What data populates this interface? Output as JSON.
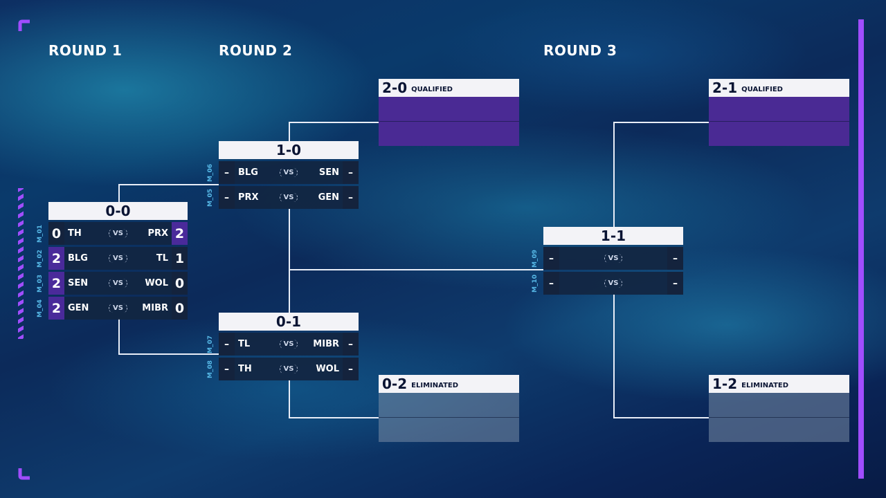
{
  "rounds": [
    "ROUND 1",
    "ROUND 2",
    "ROUND 3"
  ],
  "vs_label": "VS",
  "groups": {
    "r1": {
      "record": "0-0",
      "matches": [
        {
          "id": "M_01",
          "left": "TH",
          "left_score": "0",
          "right": "PRX",
          "right_score": "2",
          "winner": "right"
        },
        {
          "id": "M_02",
          "left": "BLG",
          "left_score": "2",
          "right": "TL",
          "right_score": "1",
          "winner": "left"
        },
        {
          "id": "M_03",
          "left": "SEN",
          "left_score": "2",
          "right": "WOL",
          "right_score": "0",
          "winner": "left"
        },
        {
          "id": "M_04",
          "left": "GEN",
          "left_score": "2",
          "right": "MIBR",
          "right_score": "0",
          "winner": "left"
        }
      ]
    },
    "r2_high": {
      "record": "1-0",
      "matches": [
        {
          "id": "M_06",
          "left": "BLG",
          "left_score": "–",
          "right": "SEN",
          "right_score": "–"
        },
        {
          "id": "M_05",
          "left": "PRX",
          "left_score": "–",
          "right": "GEN",
          "right_score": "–"
        }
      ]
    },
    "r2_low": {
      "record": "0-1",
      "matches": [
        {
          "id": "M_07",
          "left": "TL",
          "left_score": "–",
          "right": "MIBR",
          "right_score": "–"
        },
        {
          "id": "M_08",
          "left": "TH",
          "left_score": "–",
          "right": "WOL",
          "right_score": "–"
        }
      ]
    },
    "r3": {
      "record": "1-1",
      "matches": [
        {
          "id": "M_09",
          "left": "",
          "left_score": "–",
          "right": "",
          "right_score": "–"
        },
        {
          "id": "M_10",
          "left": "",
          "left_score": "–",
          "right": "",
          "right_score": "–"
        }
      ]
    }
  },
  "results": {
    "q20": {
      "record": "2-0",
      "label": "QUALIFIED"
    },
    "e02": {
      "record": "0-2",
      "label": "ELIMINATED"
    },
    "q21": {
      "record": "2-1",
      "label": "QUALIFIED"
    },
    "e12": {
      "record": "1-2",
      "label": "ELIMINATED"
    }
  },
  "colors": {
    "accent": "#a04dff",
    "winner_bg": "#4a2a9a",
    "qualified": "#4a2a94",
    "match_id": "#56b8e6"
  }
}
